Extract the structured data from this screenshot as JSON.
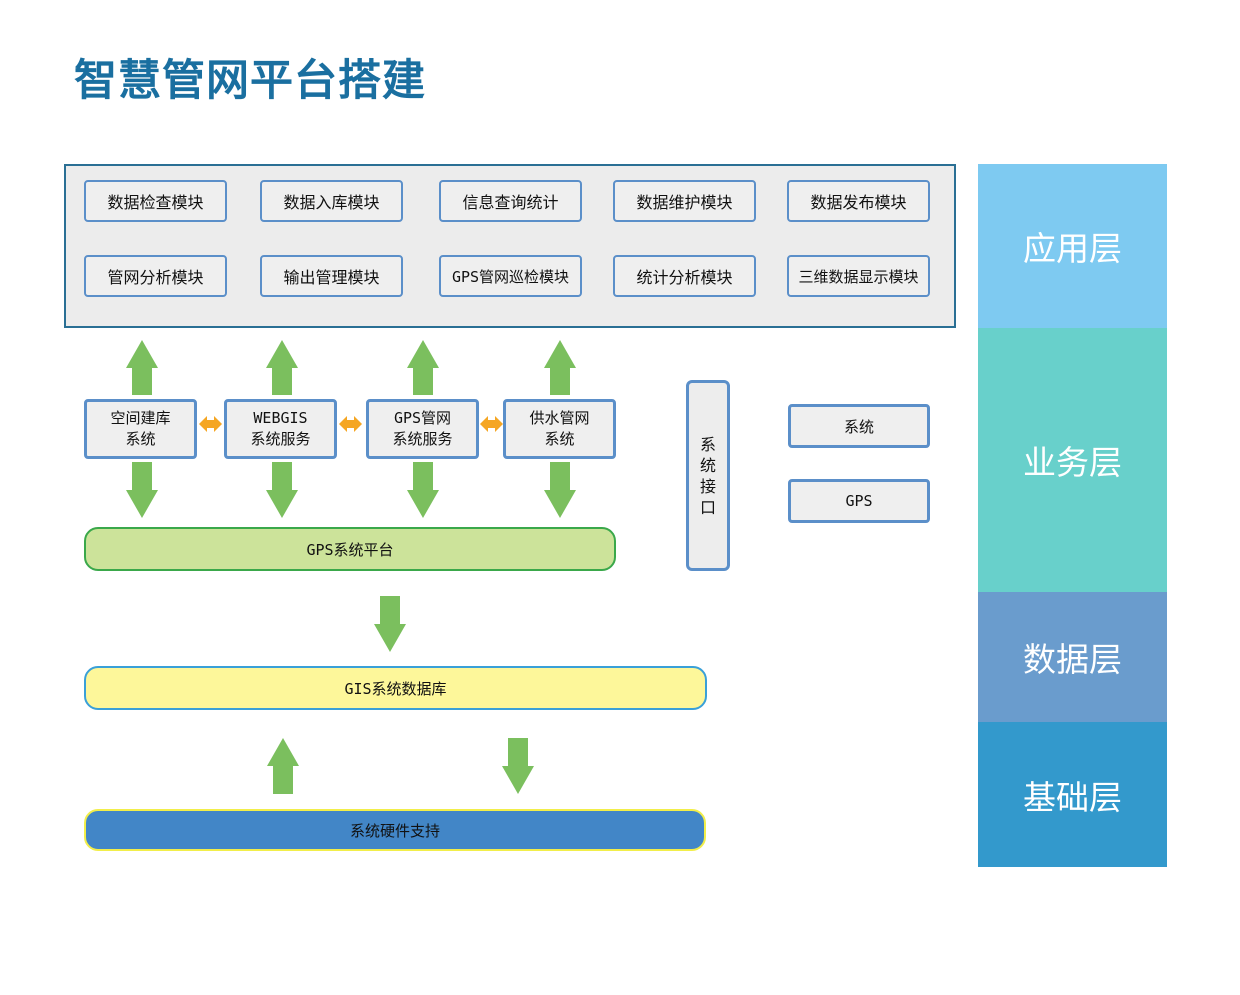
{
  "title": "智慧管网平台搭建",
  "app_modules": {
    "row1": [
      "数据检查模块",
      "数据入库模块",
      "信息查询统计",
      "数据维护模块",
      "数据发布模块"
    ],
    "row2": [
      "管网分析模块",
      "输出管理模块",
      "GPS管网巡检模块",
      "统计分析模块",
      "三维数据显示模块"
    ]
  },
  "services": [
    "空间建库\n系统",
    "WEBGIS\n系统服务",
    "GPS管网\n系统服务",
    "供水管网\n系统"
  ],
  "interface_label": "系统接口",
  "side_boxes": [
    "系统",
    "GPS"
  ],
  "gps_platform": "GPS系统平台",
  "gis_database": "GIS系统数据库",
  "hardware": "系统硬件支持",
  "layers": {
    "application": "应用层",
    "business": "业务层",
    "data": "数据层",
    "foundation": "基础层"
  },
  "colors": {
    "title": "#1a6fa0",
    "module_border": "#5b8fc9",
    "arrow_green": "#7bbf5e",
    "arrow_orange": "#f5a623",
    "layer_application": "#7ecaf1",
    "layer_business": "#68d0cb",
    "layer_data": "#6a9ccd",
    "layer_foundation": "#3399cc",
    "gps_platform_fill": "#cce39a",
    "gis_db_fill": "#fdf79a",
    "hardware_fill": "#4286c7"
  }
}
